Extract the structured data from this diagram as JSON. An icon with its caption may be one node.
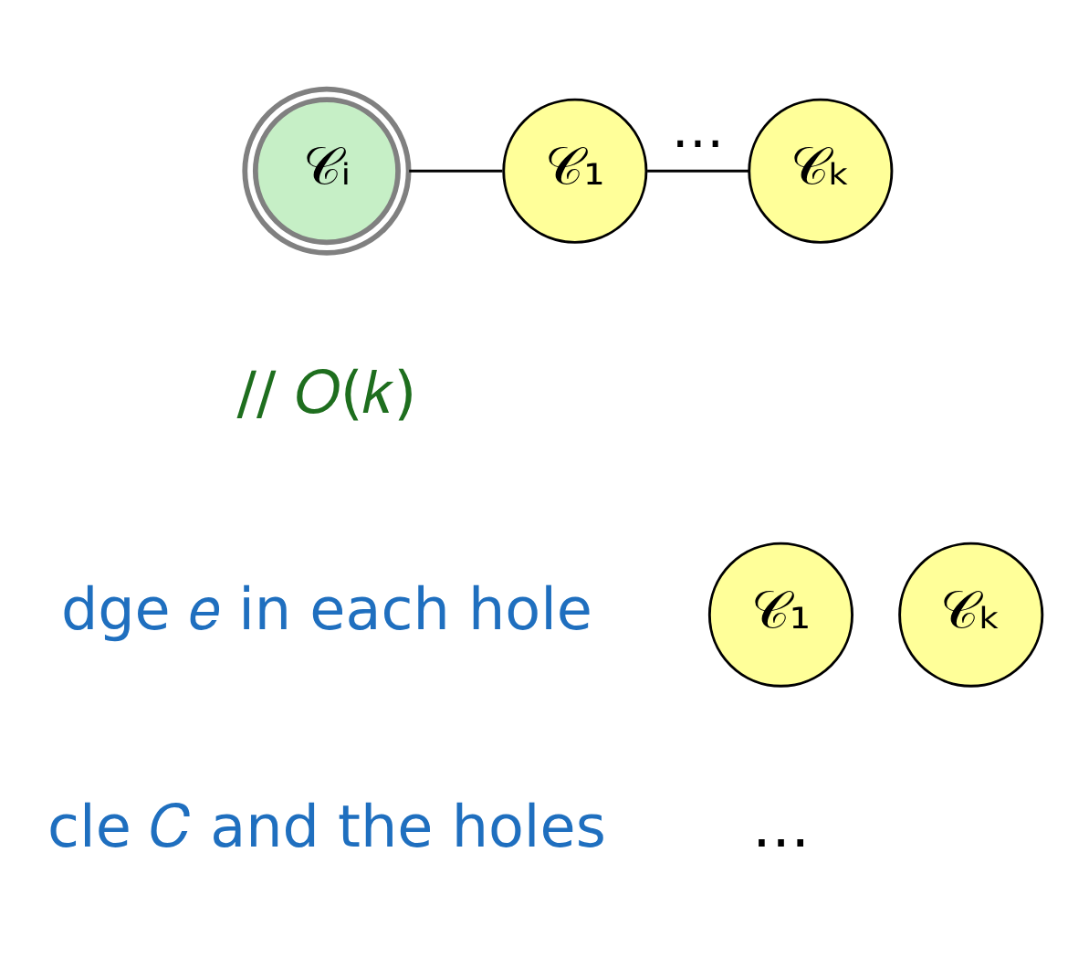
{
  "diagram": {
    "nodes": [
      {
        "text": [
          "𝒞ᵢ"
        ]
      },
      {
        "text": [
          "𝒞₁"
        ]
      },
      {
        "text": [
          "𝒞ₖ"
        ]
      },
      {
        "text": [
          "𝒞₁"
        ]
      },
      {
        "text": [
          "𝒞ₖ"
        ]
      }
    ],
    "edges": [
      {
        "from": 0,
        "to": 1,
        "arrow": "none"
      },
      {
        "from": 1,
        "to": 2,
        "arrow": "none",
        "label": "…"
      }
    ],
    "labels": [
      "// 𝑂(𝑘)",
      "dge 𝑒 in each hole",
      "cle 𝐶 and the holes",
      "…"
    ]
  }
}
